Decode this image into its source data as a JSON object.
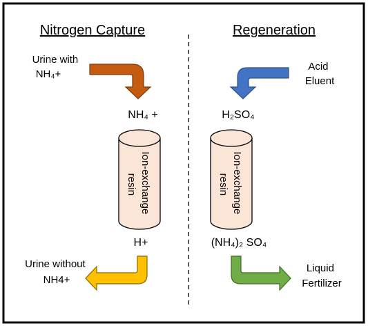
{
  "capture": {
    "title": "Nitrogen Capture",
    "input_line1": "Urine with",
    "input_line2": "NH₄+",
    "top_chem": "NH₄ +",
    "resin_line1": "Ion-exchange",
    "resin_line2": "resin",
    "bottom_chem": "H+",
    "output_line1": "Urine without",
    "output_line2": "NH4+",
    "input_arrow_color": "#c55a11",
    "output_arrow_color": "#ffc000"
  },
  "regeneration": {
    "title": "Regeneration",
    "input_line1": "Acid",
    "input_line2": "Eluent",
    "top_chem": "H₂SO₄",
    "resin_line1": "Ion-exchange",
    "resin_line2": "resin",
    "bottom_chem": "(NH₄)₂ SO₄",
    "output_line1": "Liquid",
    "output_line2": "Fertilizer",
    "input_arrow_color": "#4472c4",
    "output_arrow_color": "#70ad47"
  },
  "colors": {
    "cylinder_fill": "#fbe5d6",
    "border": "#000000"
  }
}
